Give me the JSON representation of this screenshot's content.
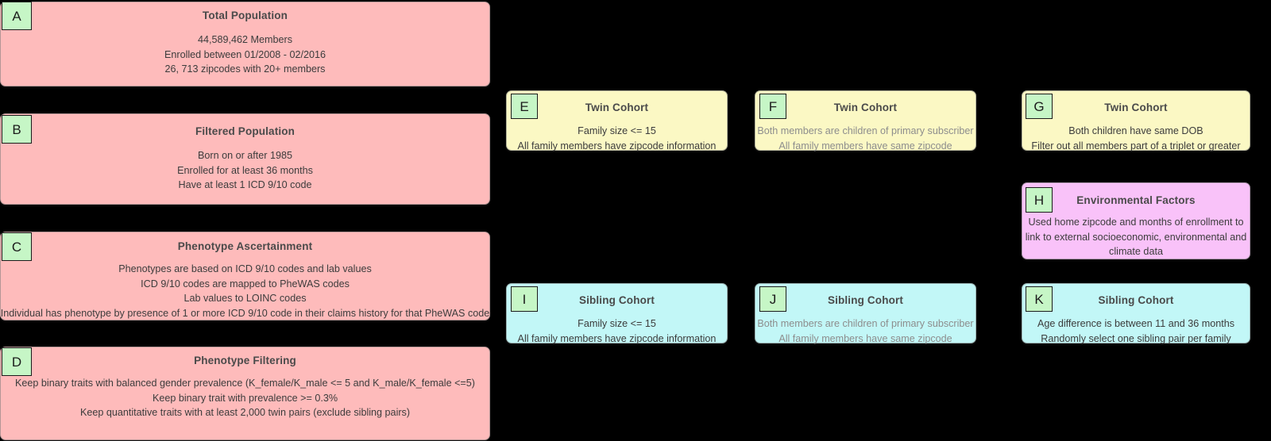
{
  "figure": {
    "type": "flowchart",
    "background": "#000000",
    "palette": {
      "pink": "#febbbb",
      "yellow": "#fbf8c4",
      "cyan": "#c2f7f7",
      "violet": "#f9c2f9",
      "badge_fill": "#c6f6c6",
      "badge_border": "#1c1c1c",
      "title_text": "#4a4a4a",
      "body_text": "#3c3c3c",
      "muted_text": "#8d8d8d"
    }
  },
  "nodes": [
    {
      "id": "A",
      "badge": "A",
      "title": "Total Population",
      "lines": [
        "44,589,462 Members",
        "Enrolled between 01/2008 - 02/2016",
        "26, 713 zipcodes with 20+ members"
      ],
      "color": "pink",
      "muted": false
    },
    {
      "id": "B",
      "badge": "B",
      "title": "Filtered Population",
      "lines": [
        "Born on or after 1985",
        "Enrolled for at least 36 months",
        "Have at least 1 ICD 9/10 code"
      ],
      "color": "pink",
      "muted": false
    },
    {
      "id": "C",
      "badge": "C",
      "title": "Phenotype Ascertainment",
      "lines": [
        "Phenotypes are based on ICD 9/10 codes and lab values",
        "ICD 9/10 codes are mapped to PheWAS codes",
        "Lab values to LOINC codes",
        "Individual has phenotype by presence of 1 or more ICD 9/10 code in their claims history for that PheWAS code"
      ],
      "color": "pink",
      "muted": false
    },
    {
      "id": "D",
      "badge": "D",
      "title": "Phenotype Filtering",
      "lines": [
        "Keep binary traits with balanced gender prevalence (K_female/K_male <= 5 and K_male/K_female <=5)",
        "Keep binary trait with prevalence >= 0.3%",
        "Keep quantitative traits with at least 2,000 twin pairs (exclude sibling pairs)"
      ],
      "color": "pink",
      "muted": false
    },
    {
      "id": "E",
      "badge": "E",
      "title": "Twin Cohort",
      "lines": [
        "Family size <= 15",
        "All family members have zipcode information"
      ],
      "color": "yellow",
      "muted": false
    },
    {
      "id": "F",
      "badge": "F",
      "title": "Twin Cohort",
      "lines": [
        "Both members are children of primary subscriber",
        "All family members have same zipcode"
      ],
      "color": "yellow",
      "muted": true
    },
    {
      "id": "G",
      "badge": "G",
      "title": "Twin Cohort",
      "lines": [
        "Both children have same DOB",
        "Filter out all members part of a triplet or greater"
      ],
      "color": "yellow",
      "muted": false
    },
    {
      "id": "H",
      "badge": "H",
      "title": "Environmental Factors",
      "lines": [
        "Used home zipcode and months of enrollment to",
        "link to external socioeconomic, environmental and",
        "climate data"
      ],
      "color": "violet",
      "muted": false
    },
    {
      "id": "I",
      "badge": "I",
      "title": "Sibling Cohort",
      "lines": [
        "Family size <= 15",
        "All family members have zipcode information"
      ],
      "color": "cyan",
      "muted": false
    },
    {
      "id": "J",
      "badge": "J",
      "title": "Sibling Cohort",
      "lines": [
        "Both members are children of primary subscriber",
        "All family members have same zipcode"
      ],
      "color": "cyan",
      "muted": true
    },
    {
      "id": "K",
      "badge": "K",
      "title": "Sibling Cohort",
      "lines": [
        "Age difference is between 11 and 36 months",
        "Randomly select one sibling pair per family"
      ],
      "color": "cyan",
      "muted": false
    }
  ]
}
